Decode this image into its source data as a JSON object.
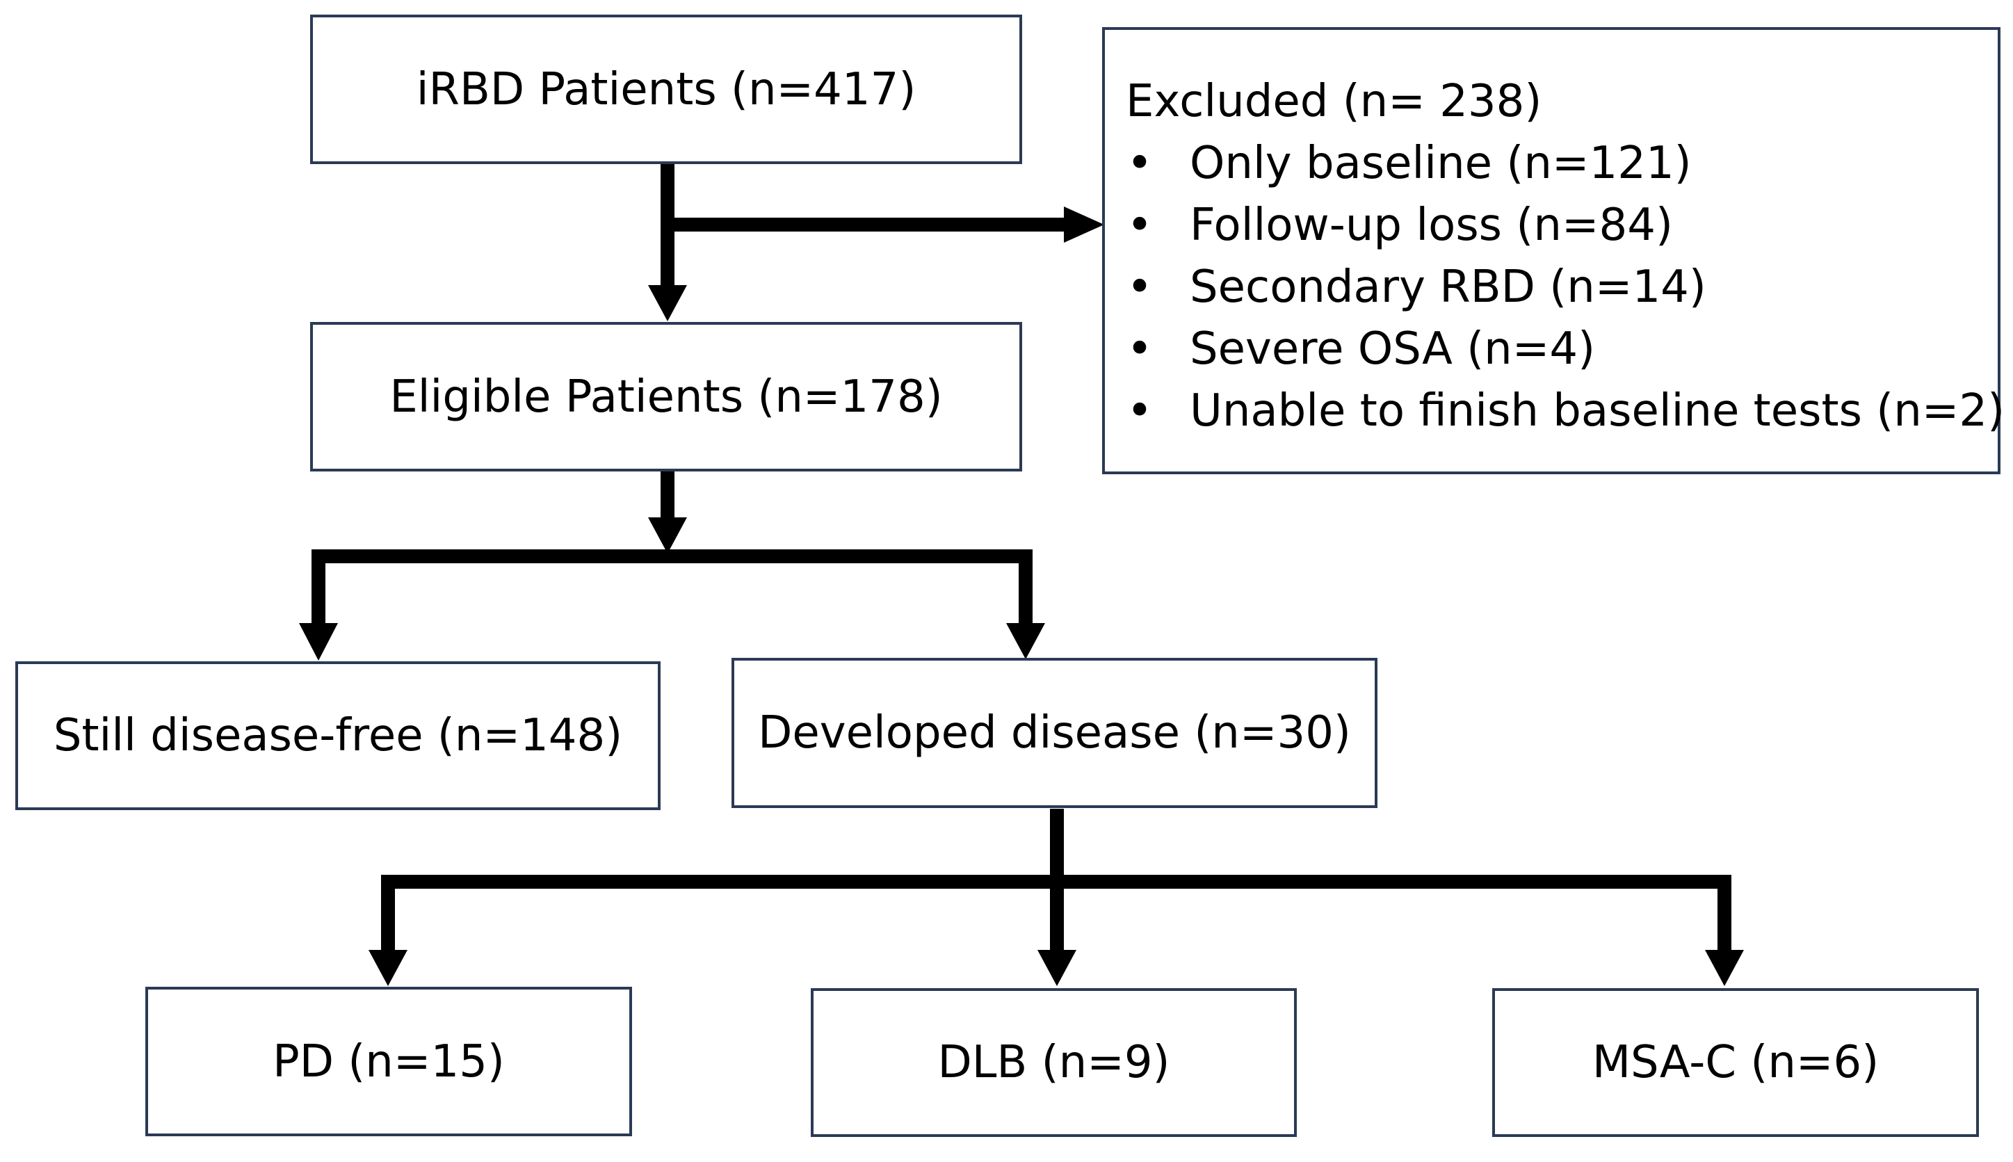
{
  "nodes": {
    "irbd": "iRBD Patients (n=417)",
    "eligible": "Eligible Patients (n=178)",
    "disease_free": "Still disease-free (n=148)",
    "developed": "Developed disease (n=30)",
    "pd": "PD (n=15)",
    "dlb": "DLB (n=9)",
    "msa": "MSA-C  (n=6)"
  },
  "excluded": {
    "title": "Excluded (n= 238)",
    "bullet_char": "•",
    "items": [
      "Only baseline (n=121)",
      "Follow-up loss (n=84)",
      "Secondary RBD (n=14)",
      "Severe OSA (n=4)",
      "Unable to finish baseline tests (n=2)"
    ]
  },
  "colors": {
    "box_border": "#2b3a55",
    "arrow": "#000000"
  }
}
